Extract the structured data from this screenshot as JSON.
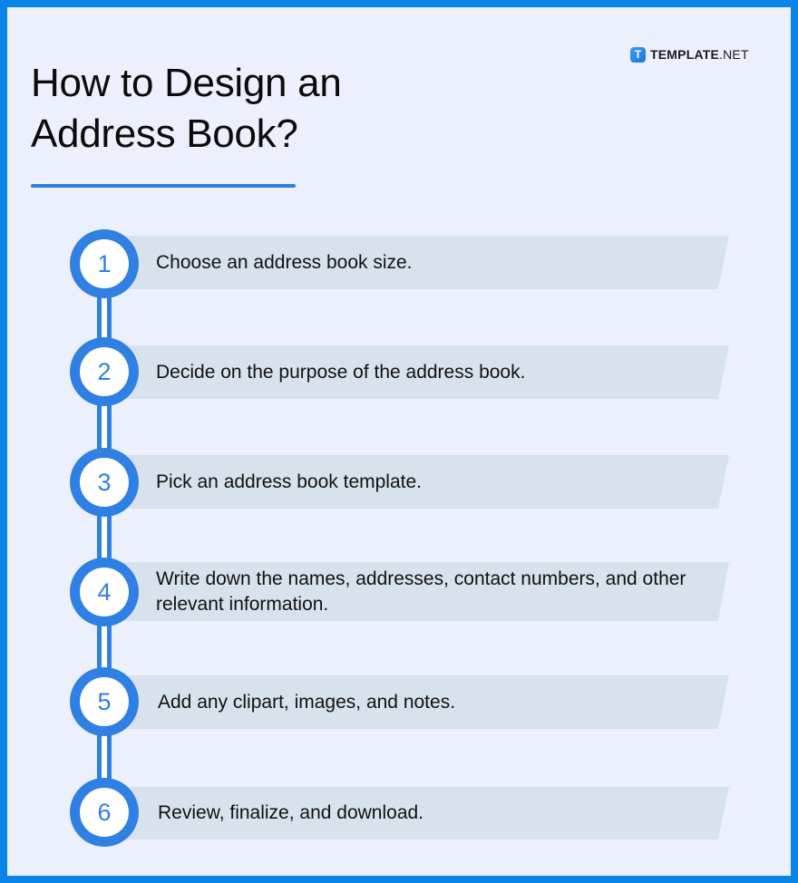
{
  "title": {
    "line1": "How to Design an",
    "line2": "Address Book?"
  },
  "brand": {
    "icon": "template-logo-icon",
    "icon_letter": "T",
    "name_bold": "TEMPLATE",
    "name_light": ".NET"
  },
  "colors": {
    "border": "#0a84e6",
    "background": "#ecf0fd",
    "accent": "#2f80e2",
    "bar": "#d8e2ec"
  },
  "steps": [
    {
      "number": "1",
      "text": "Choose an address book size."
    },
    {
      "number": "2",
      "text": "Decide on the purpose of the address book."
    },
    {
      "number": "3",
      "text": "Pick an address book template."
    },
    {
      "number": "4",
      "text": "Write down the names, addresses, contact numbers, and other relevant information."
    },
    {
      "number": "5",
      "text": "Add any clipart, images, and notes."
    },
    {
      "number": "6",
      "text": "Review, finalize, and download."
    }
  ]
}
